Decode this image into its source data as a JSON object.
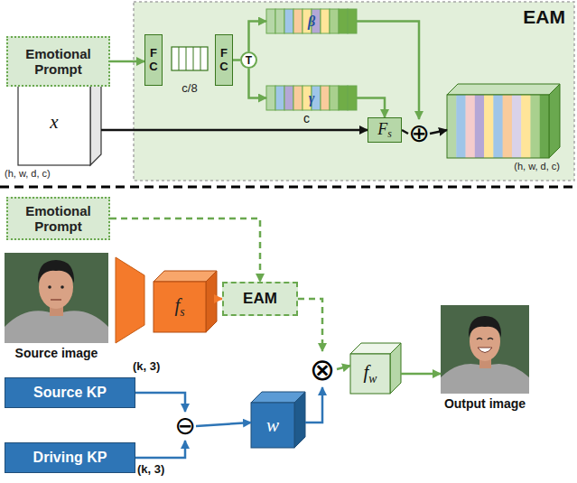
{
  "diagram": {
    "nodes": [
      {
        "text": [
          "EAM"
        ]
      },
      {
        "text": [
          "Emotional Prompt"
        ]
      },
      {
        "text": [
          "F C"
        ],
        "in": 0
      },
      {
        "text": [
          "c/8"
        ],
        "in": 0
      },
      {
        "text": [
          "F C"
        ],
        "in": 0
      },
      {
        "text": [
          "T"
        ],
        "in": 0
      },
      {
        "text": [
          "β"
        ],
        "in": 0
      },
      {
        "text": [
          "γ"
        ],
        "in": 0
      },
      {
        "text": [
          "x",
          "(h, w, d, c)"
        ]
      },
      {
        "text": [
          "F",
          "s"
        ],
        "in": 0
      },
      {
        "text": [
          "⊕"
        ],
        "in": 0
      },
      {
        "text": [
          "(h, w, d, c)"
        ],
        "in": 0
      },
      {
        "text": [
          "Emotional Prompt"
        ]
      },
      {
        "text": [
          "Source image"
        ]
      },
      {
        "text": [
          "f",
          "s"
        ]
      },
      {
        "text": [
          "EAM"
        ]
      },
      {
        "text": [
          "⊗"
        ]
      },
      {
        "text": [
          "f",
          "w"
        ]
      },
      {
        "text": [
          "Output image"
        ]
      },
      {
        "text": [
          "Source KP"
        ]
      },
      {
        "text": [
          "Driving KP"
        ]
      },
      {
        "text": [
          "⊖"
        ]
      },
      {
        "text": [
          "w"
        ]
      }
    ],
    "edges": [
      {
        "from": 1,
        "to": 2,
        "arrow": "to"
      },
      {
        "from": 4,
        "to": 5,
        "arrow": "none"
      },
      {
        "from": 5,
        "to": 6,
        "arrow": "to"
      },
      {
        "from": 5,
        "to": 7,
        "arrow": "to"
      },
      {
        "from": 7,
        "to": 9,
        "arrow": "to"
      },
      {
        "from": 8,
        "to": 9,
        "arrow": "to"
      },
      {
        "from": 9,
        "to": 10,
        "arrow": "none"
      },
      {
        "from": 6,
        "to": 10,
        "arrow": "to"
      },
      {
        "from": 10,
        "to": 11,
        "arrow": "to"
      },
      {
        "from": 12,
        "to": 15,
        "arrow": "to"
      },
      {
        "from": 14,
        "to": 15,
        "arrow": "to"
      },
      {
        "from": 15,
        "to": 16,
        "arrow": "to"
      },
      {
        "from": 16,
        "to": 17,
        "arrow": "to"
      },
      {
        "from": 17,
        "to": 18,
        "arrow": "to"
      },
      {
        "from": 19,
        "to": 21,
        "arrow": "to"
      },
      {
        "from": 20,
        "to": 21,
        "arrow": "to"
      },
      {
        "from": 21,
        "to": 22,
        "arrow": "to"
      },
      {
        "from": 22,
        "to": 16,
        "arrow": "to"
      }
    ],
    "labels": [
      "c",
      "(k, 3)",
      "(k, 3)"
    ]
  }
}
